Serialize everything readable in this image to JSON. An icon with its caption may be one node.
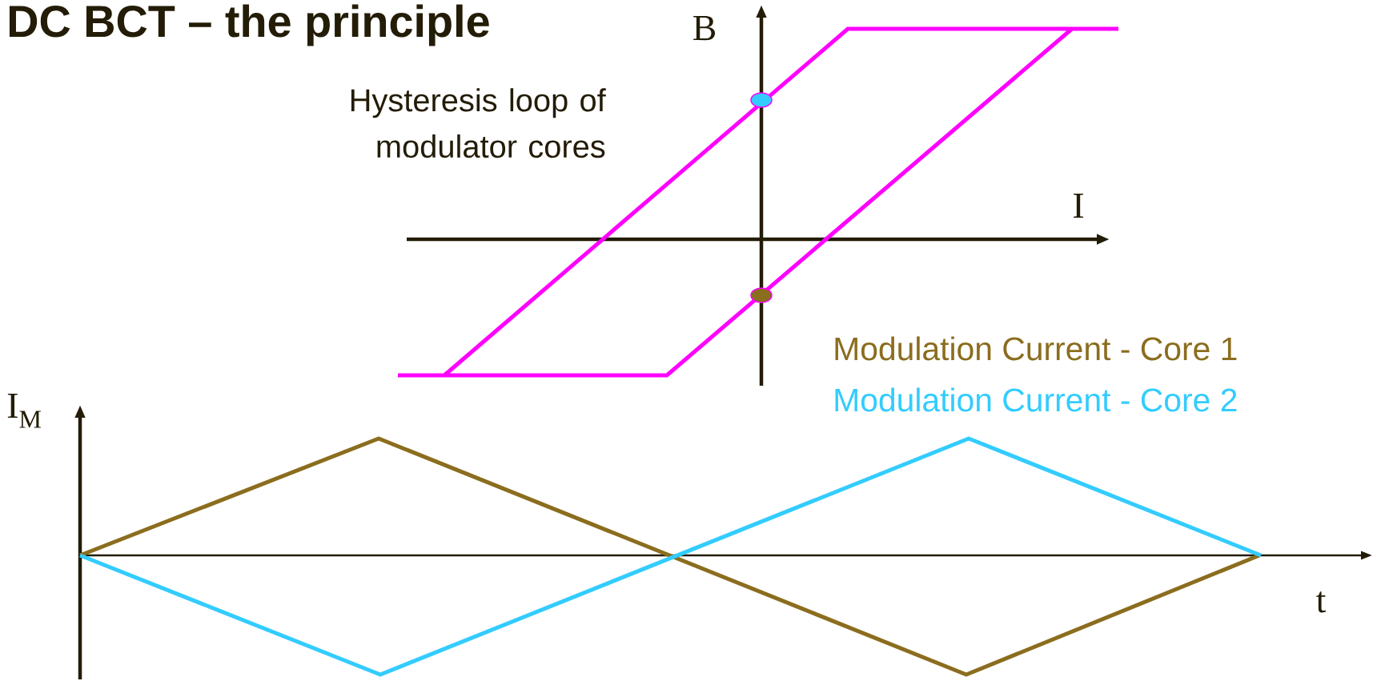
{
  "diagram": {
    "title": "DC BCT – the principle",
    "labels": [
      "B",
      "Hysteresis loop of modulator cores",
      "I",
      "I$_{M}$",
      "t"
    ],
    "legend": [
      {
        "text": "Modulation Current - Core 1",
        "color": "#8b6d1e"
      },
      {
        "text": "Modulation Current - Core 2",
        "color": "#33ccff"
      }
    ]
  }
}
